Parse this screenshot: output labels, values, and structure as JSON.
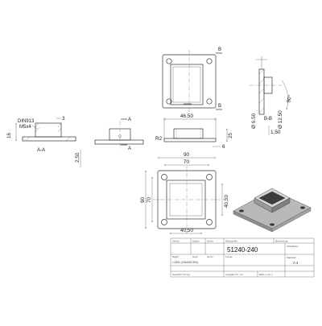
{
  "drawing": {
    "top_view": {
      "dim_width": "46.50",
      "dim_height": "25",
      "label_b": "B",
      "label_r": "R2",
      "label_6": "6"
    },
    "side_view": {
      "label_b": "B-B",
      "dim_phi": "Ø 6.50",
      "dim_12": "Ø 12.50",
      "dim_150": "1,50",
      "angle": "90°"
    },
    "section_view": {
      "label_a": "A",
      "section_label": "A-A",
      "din_line1": "DIN913",
      "din_line2": "M5x4",
      "dim_3": "3",
      "dim_16": "16",
      "dim_250": "2,50"
    },
    "plan_view": {
      "dim_90_top": "90",
      "dim_70_top": "70",
      "dim_90_side": "90",
      "dim_70_side": "70",
      "dim_4050_right": "40,50",
      "dim_4050_bottom": "40,50"
    }
  },
  "title_block": {
    "part_number": "51240-240",
    "row1": [
      "Zeichn.",
      "Datum",
      "Name",
      "Werkstoffnr.",
      "Benennung",
      "Oberfläche"
    ],
    "row1_values": [
      "",
      "",
      "",
      "",
      "",
      ""
    ],
    "row2": [
      "Bearb.",
      "Gepr.",
      "Norm",
      "Kunde",
      "Maßstab"
    ],
    "material": "1.4301 (V2A/AISI 304)",
    "scale": "A 4",
    "footer": [
      "Gewicht 0.97 kg",
      "Ausgabe Nr. 1.0",
      "Blatt 1 von 1"
    ]
  }
}
